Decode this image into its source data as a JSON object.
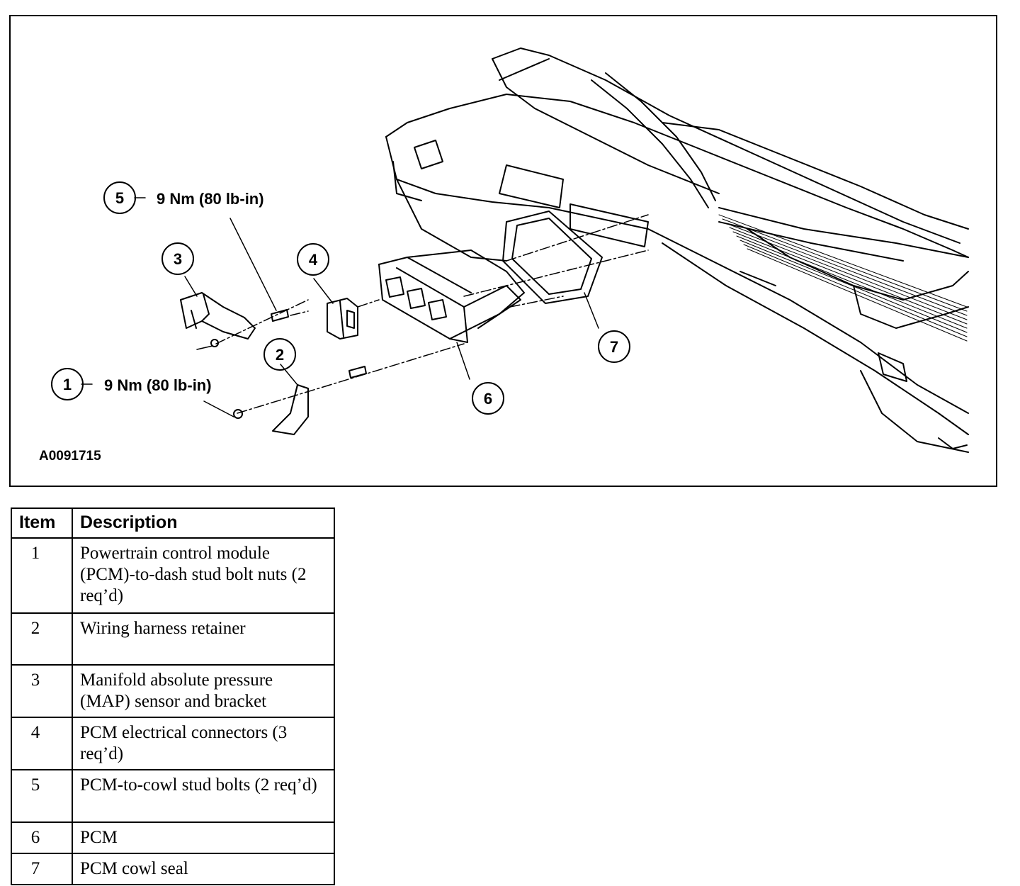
{
  "figure": {
    "id": "A0091715",
    "callouts": [
      {
        "num": "1",
        "label": "9 Nm (80 lb-in)"
      },
      {
        "num": "2",
        "label": ""
      },
      {
        "num": "3",
        "label": ""
      },
      {
        "num": "4",
        "label": ""
      },
      {
        "num": "5",
        "label": "9 Nm (80 lb-in)"
      },
      {
        "num": "6",
        "label": ""
      },
      {
        "num": "7",
        "label": ""
      }
    ]
  },
  "legend": {
    "headers": {
      "item": "Item",
      "description": "Description"
    },
    "rows": [
      {
        "item": "1",
        "description": "Powertrain control module (PCM)-to-dash stud bolt nuts (2 req’d)"
      },
      {
        "item": "2",
        "description": "Wiring harness retainer"
      },
      {
        "item": "3",
        "description": "Manifold absolute pressure (MAP) sensor and bracket"
      },
      {
        "item": "4",
        "description": "PCM electrical connectors (3 req’d)"
      },
      {
        "item": "5",
        "description": "PCM-to-cowl stud bolts (2 req’d)"
      },
      {
        "item": "6",
        "description": "PCM"
      },
      {
        "item": "7",
        "description": "PCM cowl seal"
      }
    ]
  }
}
